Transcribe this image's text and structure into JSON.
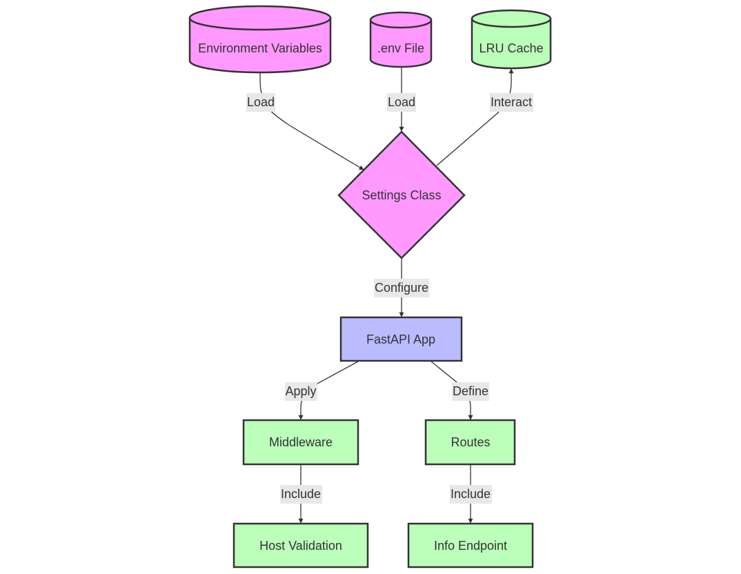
{
  "colors": {
    "pink": "#ff99ff",
    "green": "#bbffbb",
    "blue": "#bbbbff",
    "stroke": "#333333",
    "edge_label_bg": "#e8e8e8"
  },
  "nodes": {
    "env_vars": {
      "label": "Environment Variables",
      "shape": "cylinder",
      "color": "pink"
    },
    "env_file": {
      "label": ".env File",
      "shape": "cylinder",
      "color": "pink"
    },
    "lru_cache": {
      "label": "LRU Cache",
      "shape": "cylinder",
      "color": "green"
    },
    "settings": {
      "label": "Settings Class",
      "shape": "diamond",
      "color": "pink"
    },
    "fastapi": {
      "label": "FastAPI App",
      "shape": "rectangle",
      "color": "blue"
    },
    "middleware": {
      "label": "Middleware",
      "shape": "rectangle",
      "color": "green"
    },
    "routes": {
      "label": "Routes",
      "shape": "rectangle",
      "color": "green"
    },
    "host_validation": {
      "label": "Host Validation",
      "shape": "rectangle",
      "color": "green"
    },
    "info_endpoint": {
      "label": "Info Endpoint",
      "shape": "rectangle",
      "color": "green"
    }
  },
  "edges": {
    "e1": {
      "from": "Environment Variables",
      "to": "Settings Class",
      "label": "Load"
    },
    "e2": {
      "from": ".env File",
      "to": "Settings Class",
      "label": "Load"
    },
    "e3": {
      "from": "Settings Class",
      "to": "LRU Cache",
      "label": "Interact"
    },
    "e4": {
      "from": "Settings Class",
      "to": "FastAPI App",
      "label": "Configure"
    },
    "e5": {
      "from": "FastAPI App",
      "to": "Middleware",
      "label": "Apply"
    },
    "e6": {
      "from": "FastAPI App",
      "to": "Routes",
      "label": "Define"
    },
    "e7": {
      "from": "Middleware",
      "to": "Host Validation",
      "label": "Include"
    },
    "e8": {
      "from": "Routes",
      "to": "Info Endpoint",
      "label": "Include"
    }
  }
}
